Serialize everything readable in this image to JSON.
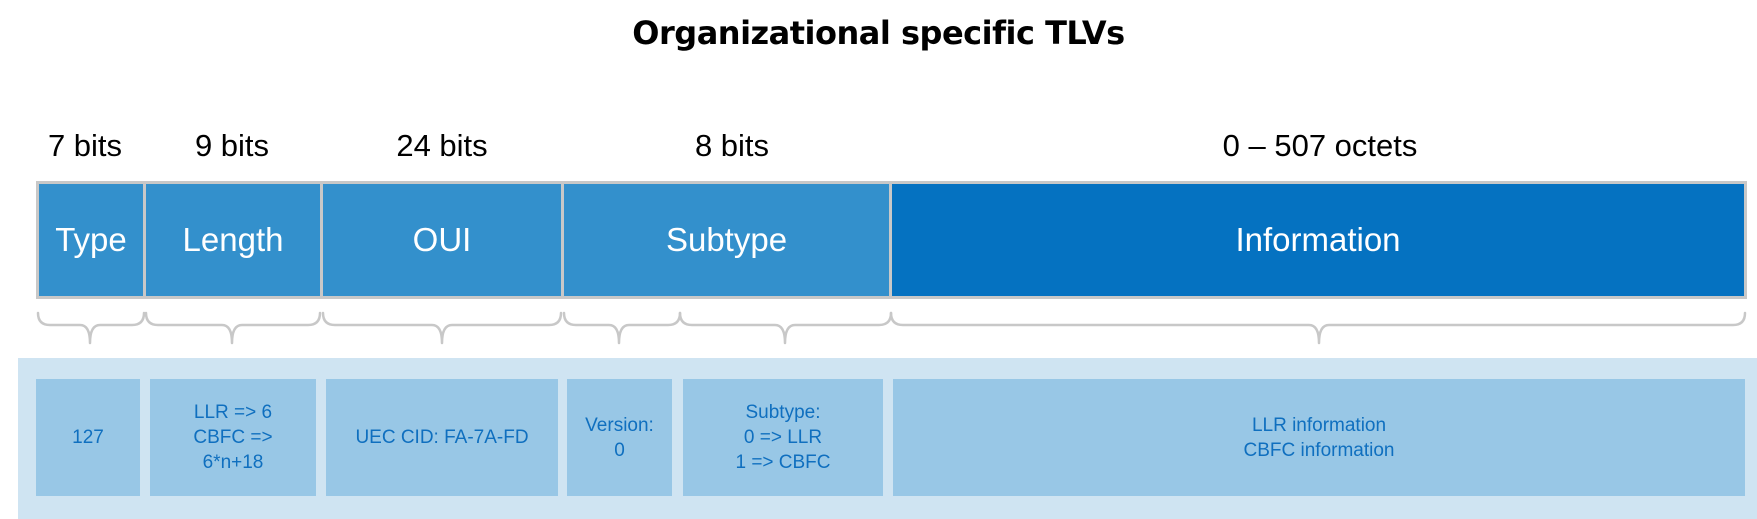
{
  "title": "Organizational specific TLVs",
  "bit_labels": [
    "7 bits",
    "9 bits",
    "24 bits",
    "8 bits",
    "0 – 507 octets"
  ],
  "fields": [
    "Type",
    "Length",
    "OUI",
    "Subtype",
    "Information"
  ],
  "details": [
    "127",
    "LLR => 6\nCBFC =>\n6*n+18",
    "UEC CID: FA-7A-FD",
    "Version:\n0",
    "Subtype:\n0 => LLR\n1 => CBFC",
    "LLR information\nCBFC information"
  ],
  "colors": {
    "field_light": "#3390cc",
    "field_dark": "#0572c1",
    "border": "#c8c8c8",
    "panel": "#cfe4f2",
    "cell": "#98c7e6",
    "cell_text": "#0f6fbf"
  }
}
